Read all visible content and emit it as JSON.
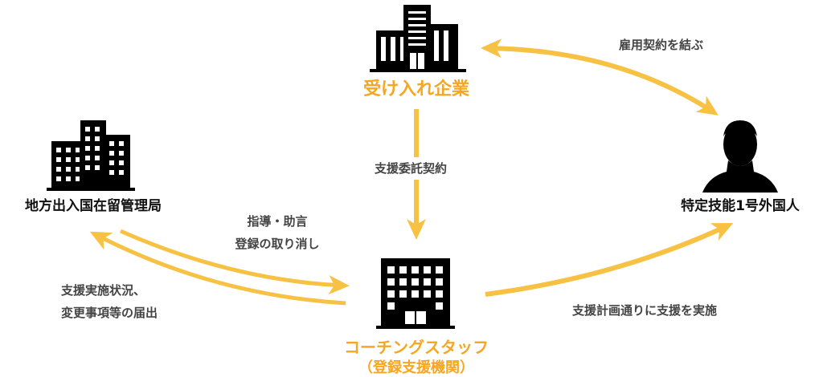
{
  "colors": {
    "accent": "#F5A623",
    "arrow": "#F7C244",
    "icon": "#000000",
    "label_dark": "#111111",
    "label_edge": "#444444"
  },
  "nodes": {
    "company": {
      "label": "受け入れ企業",
      "icon": "office-building-icon"
    },
    "immigration": {
      "label": "地方出入国在留管理局",
      "icon": "government-building-icon"
    },
    "worker": {
      "label": "特定技能1号外国人",
      "icon": "person-silhouette-icon"
    },
    "support_org": {
      "label": "コーチングスタッフ",
      "sublabel": "（登録支援機関）",
      "icon": "support-office-building-icon"
    }
  },
  "edges": {
    "employment": "雇用契約を結ぶ",
    "consignment": "支援委託契約",
    "guidance_line1": "指導・助言",
    "guidance_line2": "登録の取り消し",
    "report_line1": "支援実施状況、",
    "report_line2": "変更事項等の届出",
    "support_plan": "支援計画通りに支援を実施"
  }
}
